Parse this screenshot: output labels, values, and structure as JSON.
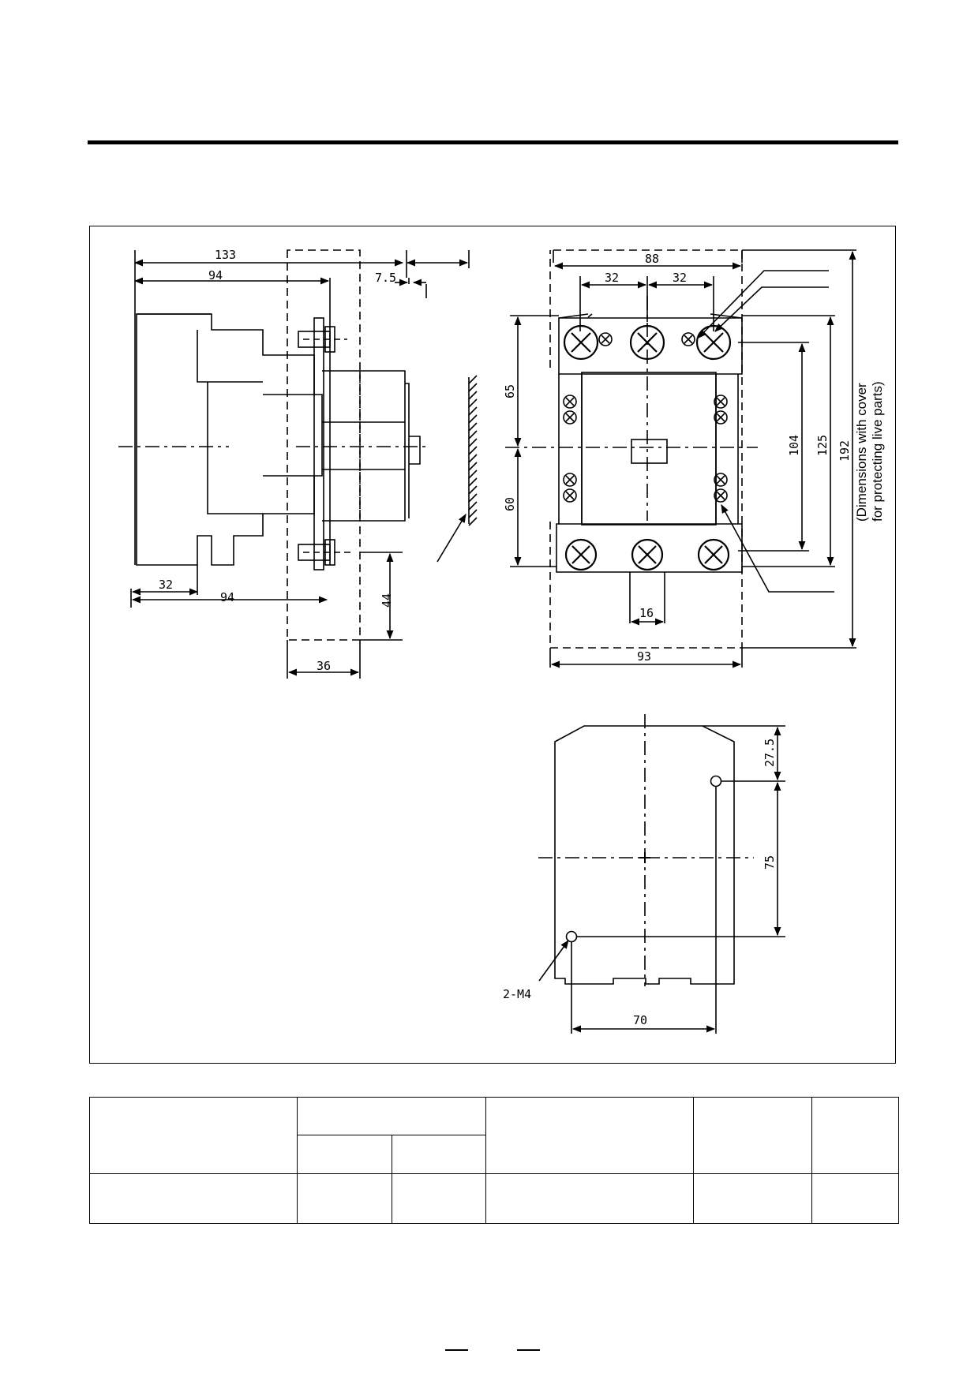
{
  "drawing": {
    "side_view": {
      "dimensions": [
        "133",
        "94",
        "7.5",
        "32",
        "94",
        "44",
        "36"
      ]
    },
    "front_view": {
      "dimensions": [
        "88",
        "32",
        "32",
        "65",
        "60",
        "104",
        "125",
        "192",
        "16",
        "93"
      ],
      "cover_note_line1": "(Dimensions with cover",
      "cover_note_line2": "for protecting live parts)"
    },
    "mounting_view": {
      "dimensions": [
        "27.5",
        "75",
        "70"
      ],
      "hole_label": "2-M4"
    }
  },
  "spec_table": {
    "header_row": [
      "",
      "",
      "",
      "",
      ""
    ],
    "sub_header": [
      "",
      ""
    ],
    "data_row": [
      "",
      "",
      "",
      "",
      "",
      ""
    ]
  },
  "colors": {
    "line": "#000000",
    "background": "#ffffff"
  }
}
